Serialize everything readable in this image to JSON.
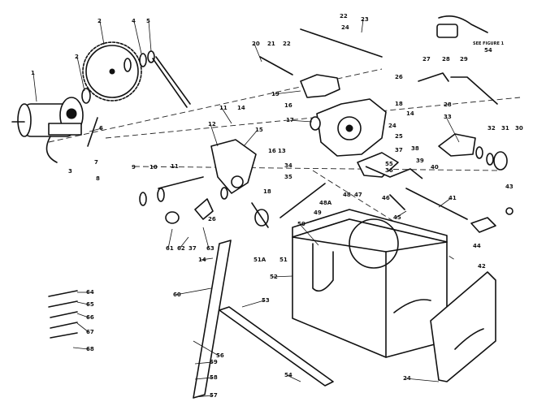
{
  "diagram": {
    "callouts": [
      {
        "id": "c-1",
        "text": "1"
      },
      {
        "id": "c-2a",
        "text": "2"
      },
      {
        "id": "c-2b",
        "text": "2"
      },
      {
        "id": "c-3",
        "text": "3"
      },
      {
        "id": "c-4",
        "text": "4"
      },
      {
        "id": "c-5",
        "text": "5"
      },
      {
        "id": "c-6",
        "text": "6"
      },
      {
        "id": "c-7",
        "text": "7"
      },
      {
        "id": "c-8",
        "text": "8"
      },
      {
        "id": "c-9",
        "text": "9"
      },
      {
        "id": "c-10",
        "text": "10"
      },
      {
        "id": "c-11a",
        "text": "11"
      },
      {
        "id": "c-11b",
        "text": "11"
      },
      {
        "id": "c-12",
        "text": "12"
      },
      {
        "id": "c-13",
        "text": "13"
      },
      {
        "id": "c-14a",
        "text": "14"
      },
      {
        "id": "c-14b",
        "text": "14"
      },
      {
        "id": "c-14c",
        "text": "14"
      },
      {
        "id": "c-15",
        "text": "15"
      },
      {
        "id": "c-16a",
        "text": "16"
      },
      {
        "id": "c-16b",
        "text": "16"
      },
      {
        "id": "c-17",
        "text": "17"
      },
      {
        "id": "c-18a",
        "text": "18"
      },
      {
        "id": "c-18b",
        "text": "18"
      },
      {
        "id": "c-19",
        "text": "19"
      },
      {
        "id": "c-20",
        "text": "20"
      },
      {
        "id": "c-21",
        "text": "21"
      },
      {
        "id": "c-22a",
        "text": "22"
      },
      {
        "id": "c-22b",
        "text": "22"
      },
      {
        "id": "c-23",
        "text": "23"
      },
      {
        "id": "c-24a",
        "text": "24"
      },
      {
        "id": "c-24b",
        "text": "24"
      },
      {
        "id": "c-24c",
        "text": "24"
      },
      {
        "id": "c-25",
        "text": "25"
      },
      {
        "id": "c-26a",
        "text": "26"
      },
      {
        "id": "c-26b",
        "text": "26"
      },
      {
        "id": "c-27",
        "text": "27"
      },
      {
        "id": "c-28a",
        "text": "28"
      },
      {
        "id": "c-28b",
        "text": "28"
      },
      {
        "id": "c-29",
        "text": "29"
      },
      {
        "id": "c-30",
        "text": "30"
      },
      {
        "id": "c-31",
        "text": "31"
      },
      {
        "id": "c-32",
        "text": "32"
      },
      {
        "id": "c-33",
        "text": "33"
      },
      {
        "id": "c-34",
        "text": "34"
      },
      {
        "id": "c-35",
        "text": "35"
      },
      {
        "id": "c-36",
        "text": "36"
      },
      {
        "id": "c-37a",
        "text": "37"
      },
      {
        "id": "c-37b",
        "text": "37"
      },
      {
        "id": "c-38",
        "text": "38"
      },
      {
        "id": "c-39",
        "text": "39"
      },
      {
        "id": "c-40",
        "text": "40"
      },
      {
        "id": "c-41",
        "text": "41"
      },
      {
        "id": "c-42",
        "text": "42"
      },
      {
        "id": "c-43",
        "text": "43"
      },
      {
        "id": "c-44",
        "text": "44"
      },
      {
        "id": "c-45",
        "text": "45"
      },
      {
        "id": "c-46",
        "text": "46"
      },
      {
        "id": "c-47",
        "text": "47"
      },
      {
        "id": "c-48",
        "text": "48"
      },
      {
        "id": "c-48a",
        "text": "48A"
      },
      {
        "id": "c-49",
        "text": "49"
      },
      {
        "id": "c-50",
        "text": "50"
      },
      {
        "id": "c-51",
        "text": "51"
      },
      {
        "id": "c-51a",
        "text": "51A"
      },
      {
        "id": "c-52",
        "text": "52"
      },
      {
        "id": "c-53",
        "text": "53"
      },
      {
        "id": "c-54a",
        "text": "54"
      },
      {
        "id": "c-54b",
        "text": "54"
      },
      {
        "id": "c-55",
        "text": "55"
      },
      {
        "id": "c-56",
        "text": "56"
      },
      {
        "id": "c-57",
        "text": "57"
      },
      {
        "id": "c-58",
        "text": "58"
      },
      {
        "id": "c-59",
        "text": "59"
      },
      {
        "id": "c-60",
        "text": "60"
      },
      {
        "id": "c-61",
        "text": "61"
      },
      {
        "id": "c-62",
        "text": "62"
      },
      {
        "id": "c-63",
        "text": "63"
      },
      {
        "id": "c-64",
        "text": "64"
      },
      {
        "id": "c-65",
        "text": "65"
      },
      {
        "id": "c-66",
        "text": "66"
      },
      {
        "id": "c-67",
        "text": "67"
      },
      {
        "id": "c-68",
        "text": "68"
      }
    ],
    "notes": [
      {
        "id": "note-see-figure",
        "text": "SEE FIGURE 1"
      }
    ]
  }
}
